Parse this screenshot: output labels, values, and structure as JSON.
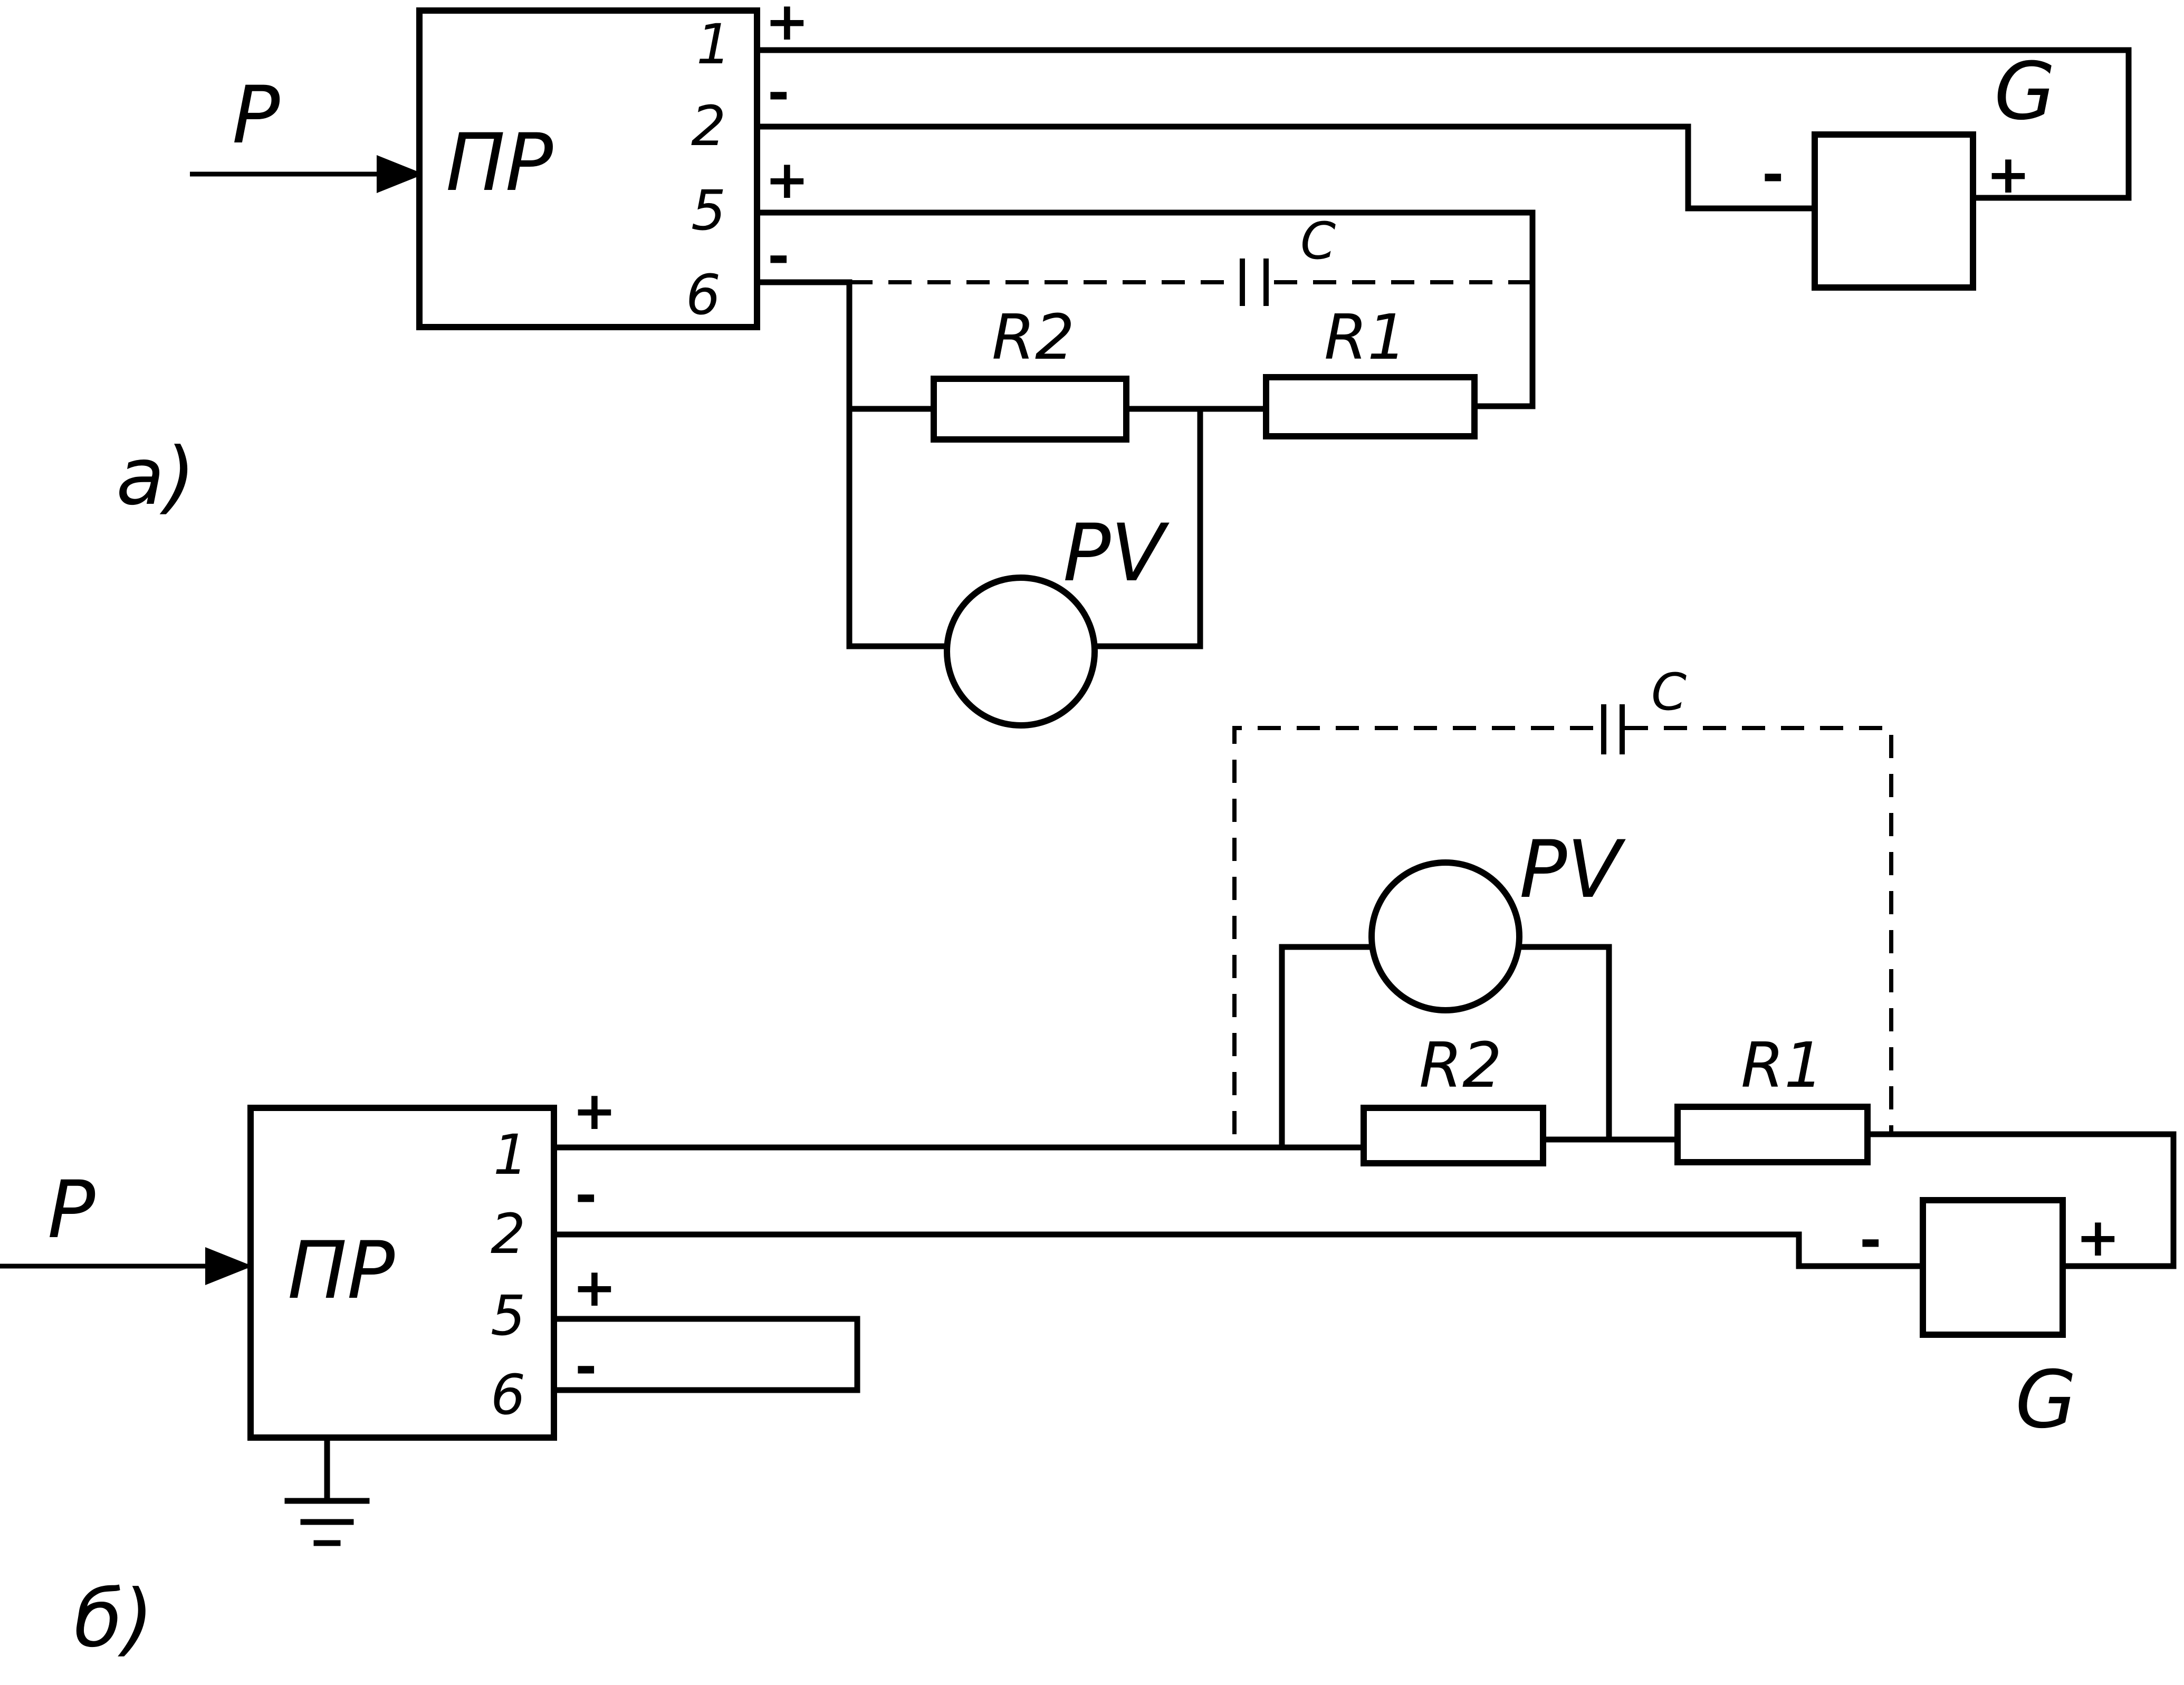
{
  "diagram_a": {
    "caption": "а)",
    "input_label": "P",
    "block_label": "ПР",
    "pins": [
      "1",
      "2",
      "5",
      "6"
    ],
    "pin_signs": [
      "+",
      "-",
      "+",
      "-"
    ],
    "source_label": "G",
    "source_minus": "-",
    "source_plus": "+",
    "r1": "R1",
    "r2": "R2",
    "voltmeter": "PV",
    "capacitor": "C"
  },
  "diagram_b": {
    "caption": "б)",
    "input_label": "P",
    "block_label": "ПР",
    "pins": [
      "1",
      "2",
      "5",
      "6"
    ],
    "pin_signs": [
      "+",
      "-",
      "+",
      "-"
    ],
    "source_label": "G",
    "source_minus": "-",
    "source_plus": "+",
    "r1": "R1",
    "r2": "R2",
    "voltmeter": "PV",
    "capacitor": "C"
  }
}
